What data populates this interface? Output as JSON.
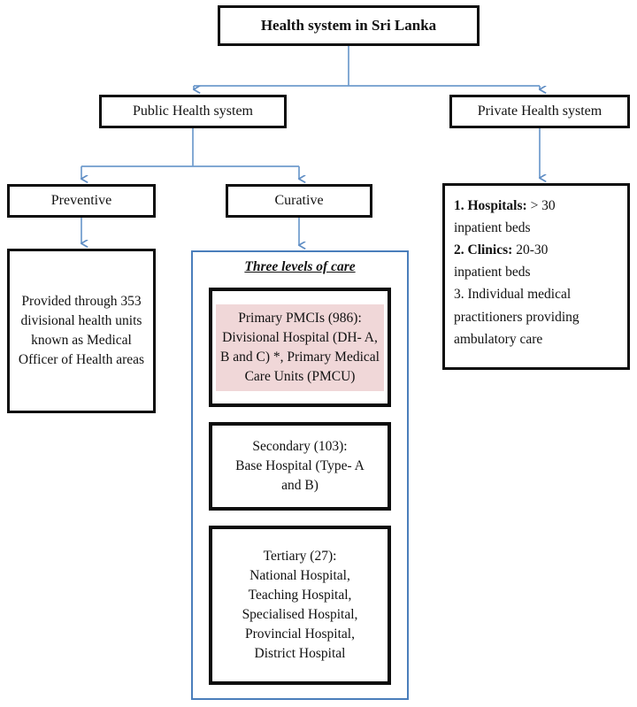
{
  "diagram": {
    "title": "Health system in Sri Lanka",
    "accent_connector_color": "#4a7ebb",
    "node_border_color": "#0d0d0d",
    "highlight_fill_color": "#f0d7d8",
    "container_border_color": "#4a7ebb",
    "background_color": "#ffffff"
  },
  "nodes": {
    "root": {
      "label": "Health system in Sri Lanka"
    },
    "public_health_system": {
      "label": "Public Health system"
    },
    "private_health_system": {
      "label": "Private Health system"
    },
    "preventive": {
      "label": "Preventive"
    },
    "curative": {
      "label": "Curative"
    },
    "preventive_detail": {
      "label": "Provided through 353 divisional health units known as Medical Officer of Health areas"
    },
    "private_detail": {
      "items": [
        {
          "number": "1.",
          "term": "Hospitals:",
          "rest": "> 30 inpatient beds"
        },
        {
          "number": "2.",
          "term": "Clinics:",
          "rest": "20-30 inpatient beds"
        },
        {
          "number": "3.",
          "term": "",
          "rest": "Individual medical practitioners providing ambulatory care"
        }
      ],
      "line1_bold": "1. Hospitals:",
      "line1_rest": " > 30",
      "line2": "inpatient beds",
      "line3_bold": "2. Clinics:",
      "line3_rest": " 20-30",
      "line4": "inpatient beds",
      "line5": "3. Individual medical",
      "line6": "practitioners providing",
      "line7": "ambulatory care"
    },
    "three_levels_container": {
      "heading": "Three levels of care"
    },
    "primary": {
      "label": "Primary PMCIs (986): Divisional Hospital (DH- A, B and C) *, Primary Medical Care Units (PMCU)",
      "level": "Primary",
      "count": "986",
      "highlighted": "true"
    },
    "secondary": {
      "label": "Secondary (103):\nBase Hospital (Type- A\nand B)",
      "level": "Secondary",
      "count": "103"
    },
    "tertiary": {
      "label": "Tertiary (27):\nNational Hospital,\nTeaching Hospital,\nSpecialised Hospital,\nProvincial Hospital,\nDistrict Hospital",
      "level": "Tertiary",
      "count": "27"
    }
  }
}
